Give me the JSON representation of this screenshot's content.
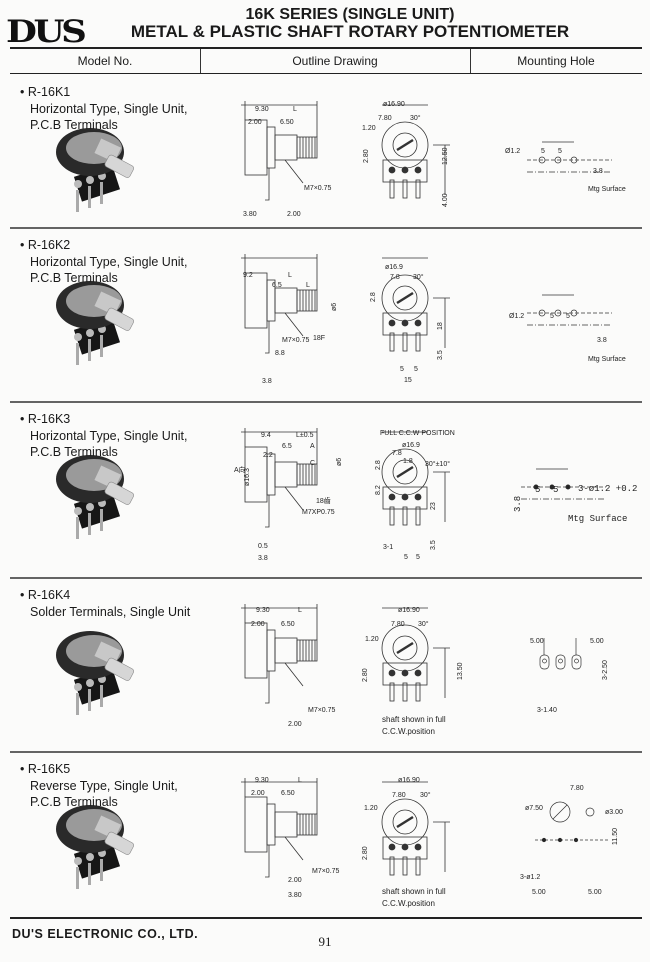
{
  "header": {
    "logo": "DUS",
    "title_line1": "16K SERIES (SINGLE UNIT)",
    "title_line2": "METAL & PLASTIC SHAFT ROTARY POTENTIOMETER",
    "columns": [
      "Model No.",
      "Outline Drawing",
      "Mounting Hole"
    ]
  },
  "rows": [
    {
      "model": "• R-16K1",
      "desc": [
        "Horizontal Type, Single Unit,",
        "P.C.B Terminals"
      ],
      "side": [
        "9.30",
        "L",
        "2.00",
        "6.50",
        "M7×0.75",
        "3.80",
        "2.00"
      ],
      "front": [
        "ø16.90",
        "7.80",
        "30°",
        "1.20",
        "2.80",
        "12.50",
        "4.00"
      ],
      "mount": [
        "Ø1.2",
        "5",
        "5",
        "3.8",
        "Mtg Surface"
      ],
      "note": []
    },
    {
      "model": "• R-16K2",
      "desc": [
        "Horizontal Type, Single Unit,",
        "P.C.B Terminals"
      ],
      "side": [
        "9.2",
        "L",
        "6.5",
        "L",
        "M7×0.75",
        "18F",
        "8.8",
        "3.8",
        "ø6"
      ],
      "front": [
        "ø16.9",
        "7.8",
        "30°",
        "2.8",
        "18",
        "3.5",
        "5",
        "5",
        "15"
      ],
      "mount": [
        "Ø1.2",
        "5",
        "5",
        "3.8",
        "Mtg Surface"
      ],
      "note": []
    },
    {
      "model": "• R-16K3",
      "desc": [
        "Horizontal Type, Single Unit,",
        "P.C.B Terminals"
      ],
      "side": [
        "9.4",
        "L±0.5",
        "6.5",
        "A",
        "2.2",
        "C",
        "A向",
        "ø16.3",
        "ø6",
        "18齒",
        "M7XP0.75",
        "0.5",
        "3.8"
      ],
      "front": [
        "FULL C.C.W POSITION",
        "ø16.9",
        "7.8",
        "1.8",
        "30°±10°",
        "2.8",
        "23",
        "3-1",
        "5",
        "5",
        "3.5",
        "8.2"
      ],
      "mount": [
        "5",
        "5",
        "3-ø1.2 +0.2",
        "3.8",
        "Mtg Surface"
      ],
      "note": []
    },
    {
      "model": "• R-16K4",
      "desc": [
        "Solder Terminals, Single Unit"
      ],
      "side": [
        "9.30",
        "L",
        "2.00",
        "6.50",
        "M7×0.75",
        "2.00"
      ],
      "front": [
        "ø16.90",
        "7.80",
        "30°",
        "1.20",
        "2.80",
        "13.50"
      ],
      "mount": [
        "5.00",
        "5.00",
        "3-1.40",
        "3-2.50"
      ],
      "note": [
        "shaft shown in full",
        "C.C.W.position"
      ]
    },
    {
      "model": "• R-16K5",
      "desc": [
        "Reverse Type, Single Unit,",
        "P.C.B Terminals"
      ],
      "side": [
        "9.30",
        "L",
        "2.00",
        "6.50",
        "M7×0.75",
        "2.00",
        "3.80"
      ],
      "front": [
        "ø16.90",
        "7.80",
        "30°",
        "1.20",
        "2.80"
      ],
      "mount": [
        "7.80",
        "ø7.50",
        "ø3.00",
        "11.50",
        "3-ø1.2",
        "5.00",
        "5.00"
      ],
      "note": [
        "shaft shown in full",
        "C.C.W.position"
      ]
    }
  ],
  "footer": {
    "company": "DU'S ELECTRONIC CO., LTD.",
    "page_number": "91"
  }
}
